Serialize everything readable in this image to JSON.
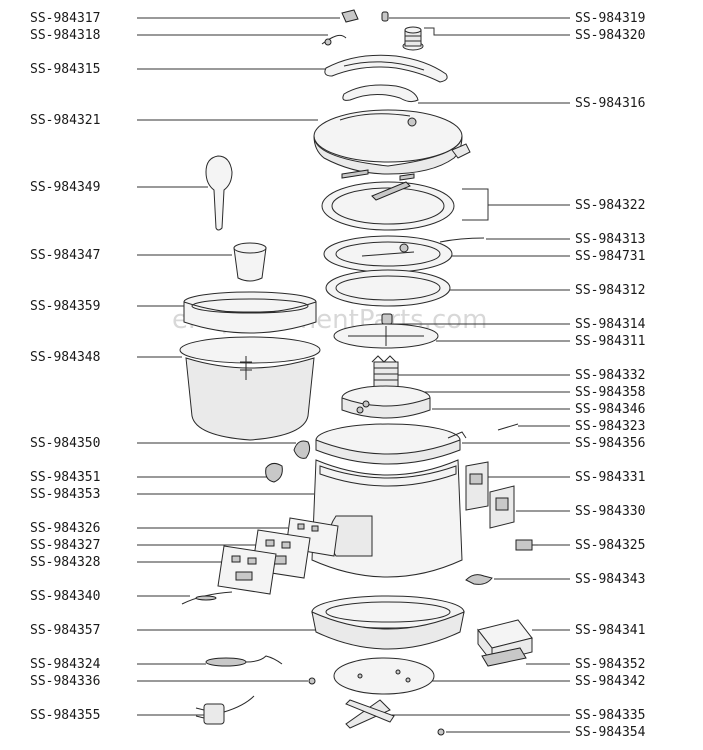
{
  "watermark": "eReplacementParts.com",
  "parts": {
    "p984317": "SS-984317",
    "p984318": "SS-984318",
    "p984315": "SS-984315",
    "p984321": "SS-984321",
    "p984349": "SS-984349",
    "p984347": "SS-984347",
    "p984359": "SS-984359",
    "p984348": "SS-984348",
    "p984350": "SS-984350",
    "p984351": "SS-984351",
    "p984353": "SS-984353",
    "p984326": "SS-984326",
    "p984327": "SS-984327",
    "p984328": "SS-984328",
    "p984340": "SS-984340",
    "p984357": "SS-984357",
    "p984324": "SS-984324",
    "p984336": "SS-984336",
    "p984355": "SS-984355",
    "p984319": "SS-984319",
    "p984320": "SS-984320",
    "p984316": "SS-984316",
    "p984322": "SS-984322",
    "p984313": "SS-984313",
    "p984731": "SS-984731",
    "p984312": "SS-984312",
    "p984314": "SS-984314",
    "p984311": "SS-984311",
    "p984332": "SS-984332",
    "p984358": "SS-984358",
    "p984346": "SS-984346",
    "p984323": "SS-984323",
    "p984356": "SS-984356",
    "p984331": "SS-984331",
    "p984330": "SS-984330",
    "p984325": "SS-984325",
    "p984343": "SS-984343",
    "p984341": "SS-984341",
    "p984352": "SS-984352",
    "p984342": "SS-984342",
    "p984335": "SS-984335",
    "p984354": "SS-984354"
  }
}
